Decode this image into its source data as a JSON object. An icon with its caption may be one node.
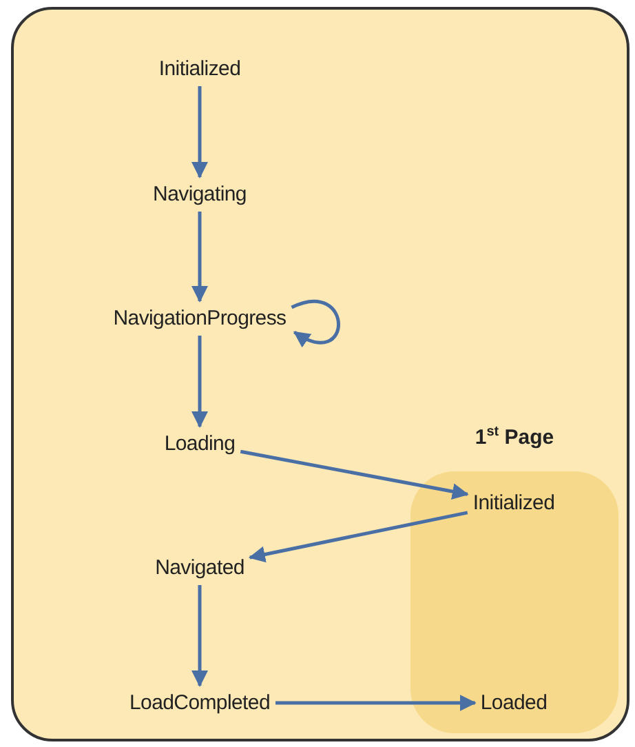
{
  "diagram": {
    "nodes": [
      {
        "text": [],
        "shape": "box"
      },
      {
        "text": [
          "Initialized"
        ],
        "in": 0
      },
      {
        "text": [
          "Navigating"
        ],
        "in": 0
      },
      {
        "text": [
          "NavigationProgress"
        ],
        "in": 0
      },
      {
        "text": [
          "Loading"
        ],
        "in": 0
      },
      {
        "text": [
          "Navigated"
        ],
        "in": 0
      },
      {
        "text": [
          "LoadCompleted"
        ],
        "in": 0
      },
      {
        "text": [
          "1$^{st}$ Page"
        ],
        "in": 0
      },
      {
        "text": [
          "Initialized"
        ],
        "in": 7
      },
      {
        "text": [
          "Loaded"
        ],
        "in": 7
      }
    ],
    "edges": [
      {
        "from": 1,
        "to": 2,
        "arrow": "to"
      },
      {
        "from": 2,
        "to": 3,
        "arrow": "to"
      },
      {
        "from": 3,
        "to": 3,
        "arrow": "to"
      },
      {
        "from": 3,
        "to": 4,
        "arrow": "to"
      },
      {
        "from": 4,
        "to": 8,
        "arrow": "to"
      },
      {
        "from": 8,
        "to": 5,
        "arrow": "to"
      },
      {
        "from": 5,
        "to": 6,
        "arrow": "to"
      },
      {
        "from": 6,
        "to": 9,
        "arrow": "to"
      }
    ]
  }
}
